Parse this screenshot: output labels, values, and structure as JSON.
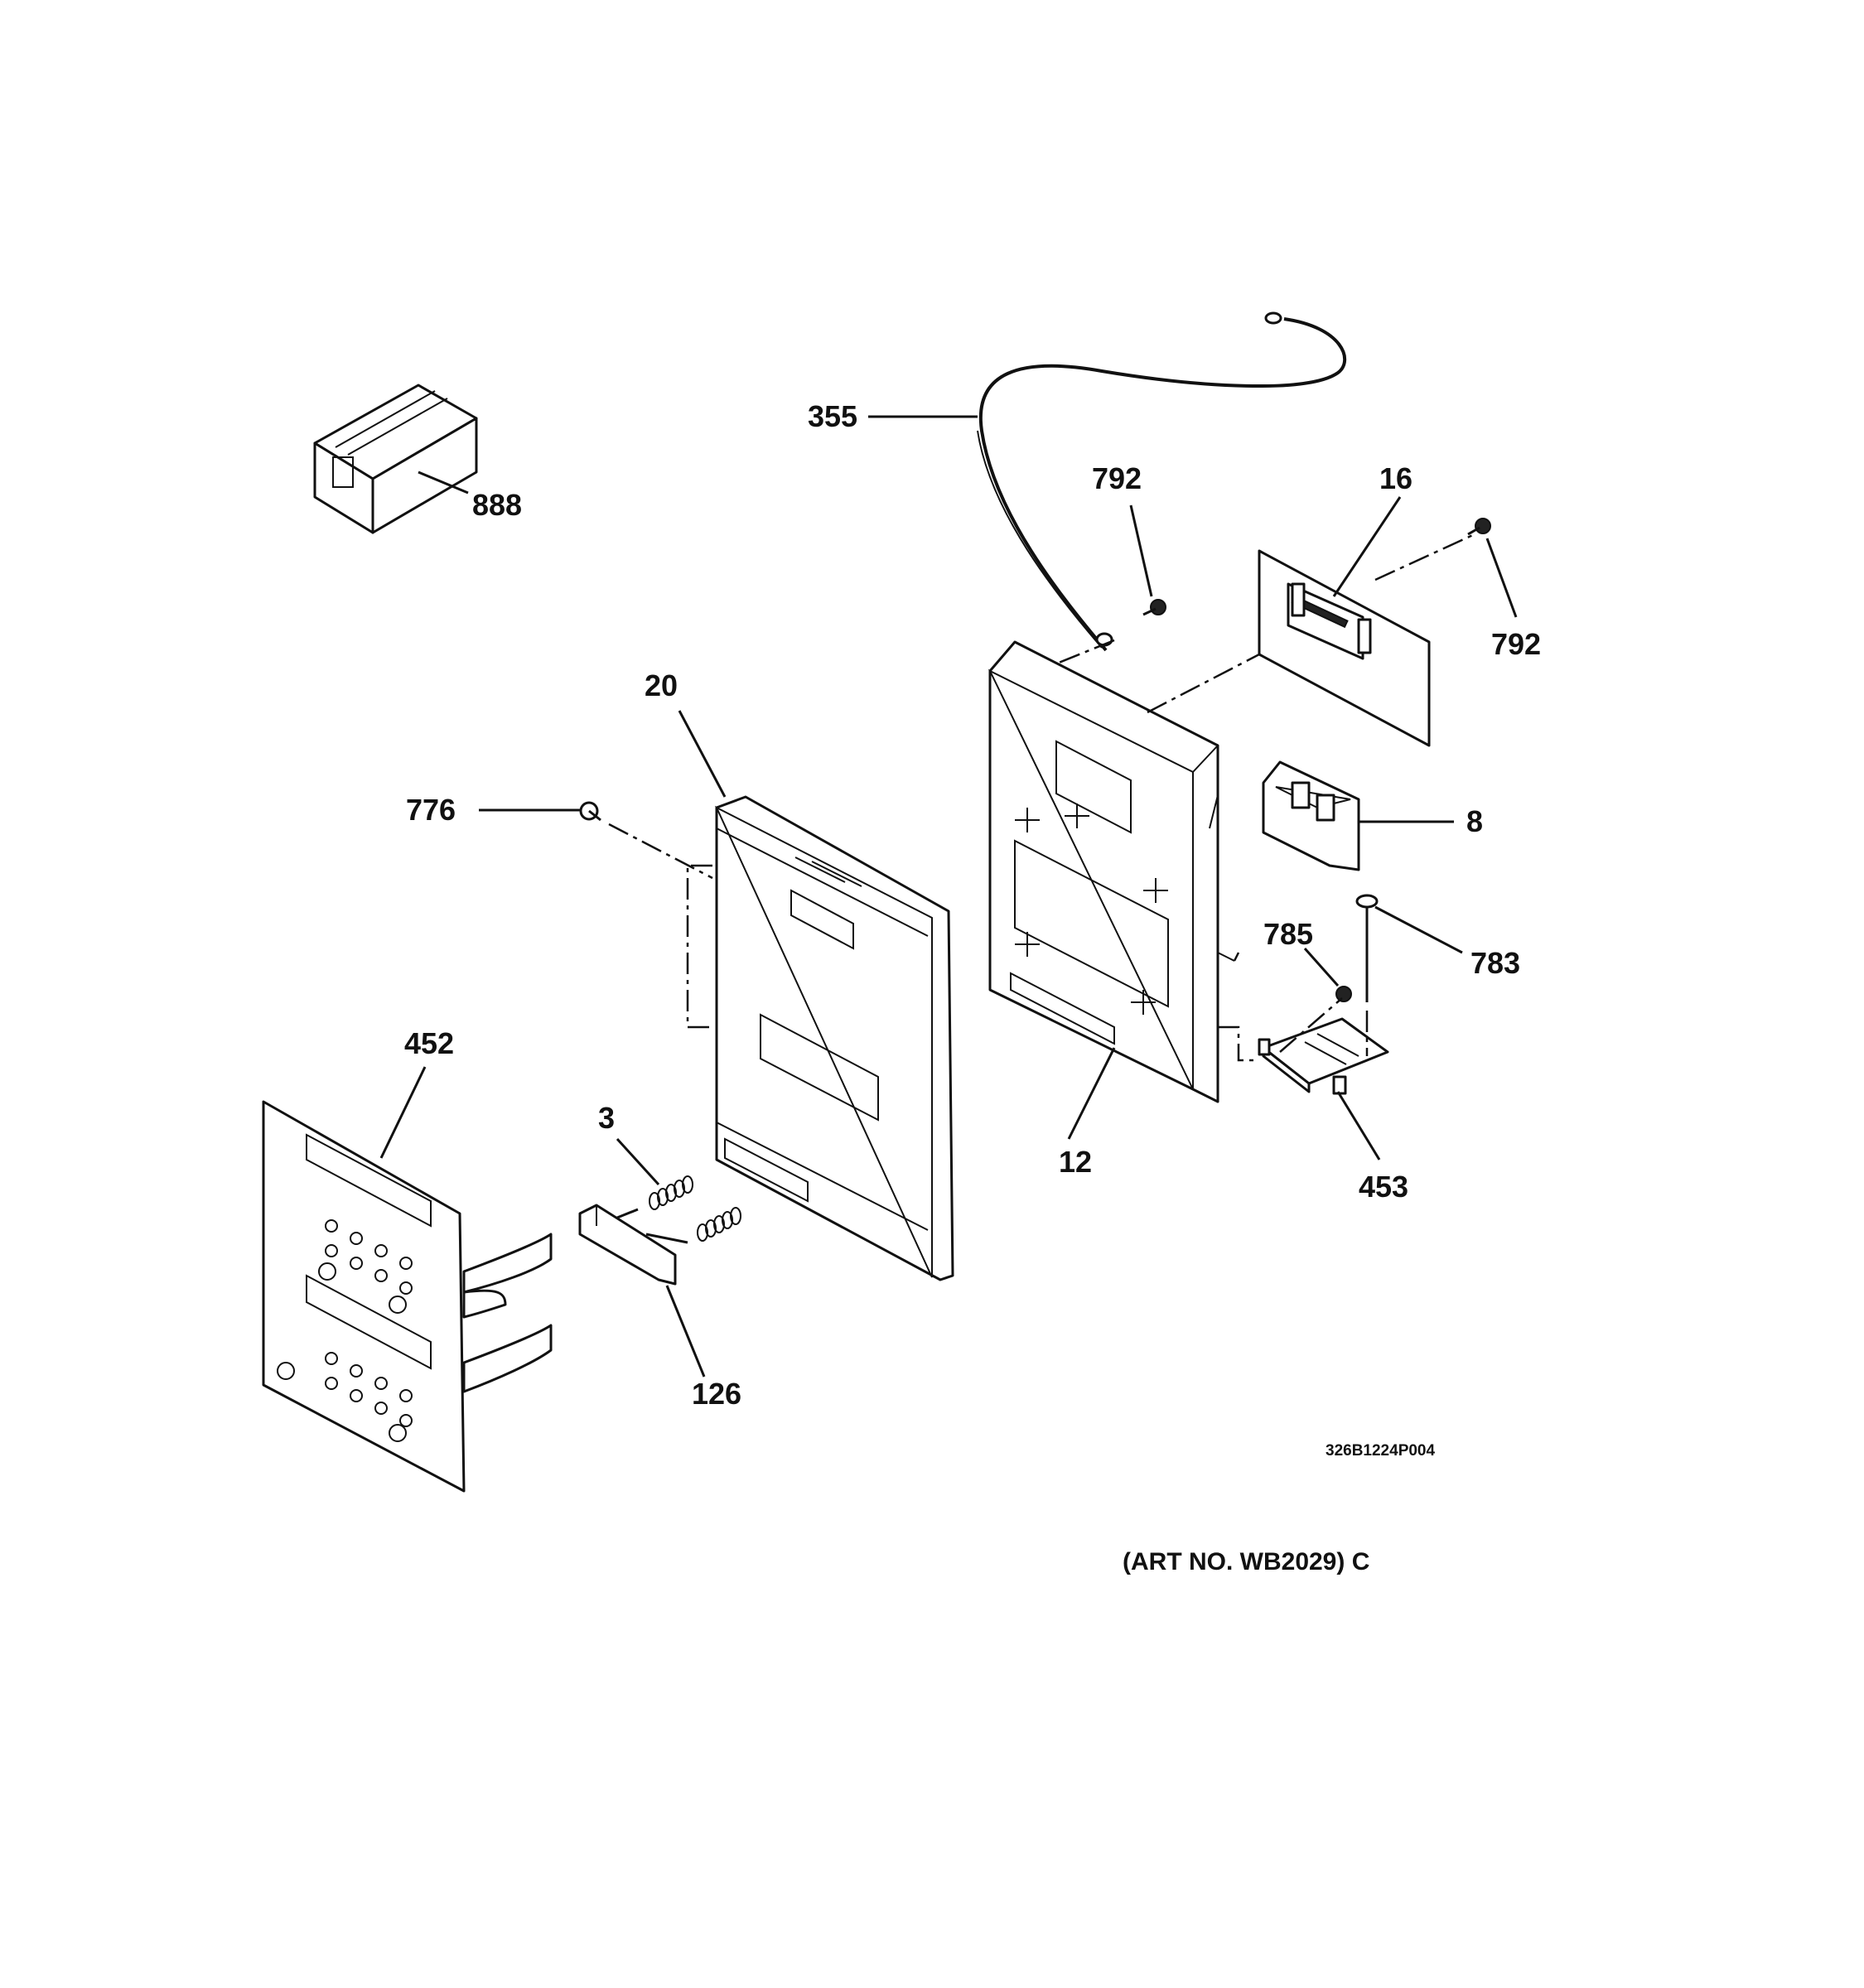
{
  "labels": {
    "p888": "888",
    "p355": "355",
    "p792a": "792",
    "p16": "16",
    "p792b": "792",
    "p20": "20",
    "p776": "776",
    "p8": "8",
    "p785": "785",
    "p783": "783",
    "p452": "452",
    "p3": "3",
    "p12": "12",
    "p453": "453",
    "p126": "126"
  },
  "footer": {
    "drawing_code": "326B1224P004",
    "art_number": "(ART NO. WB2029) C"
  },
  "icons": {
    "box": "box-icon",
    "cable": "ground-wire-icon",
    "screw": "screw-icon",
    "board": "circuit-board-icon",
    "frame": "control-frame-icon",
    "panel": "control-panel-icon",
    "latch": "latch-icon",
    "spring": "spring-icon",
    "bracket": "bracket-icon",
    "touchpad": "touchpad-overlay-icon"
  }
}
